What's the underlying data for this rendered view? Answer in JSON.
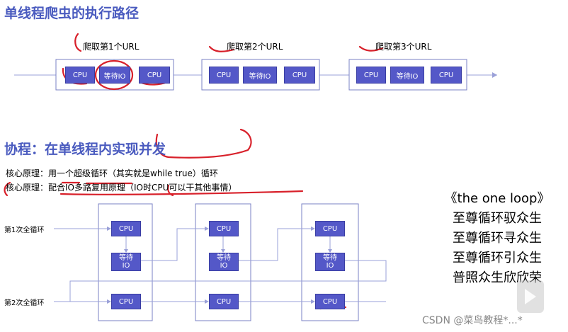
{
  "section1": {
    "title": "单线程爬虫的执行路径",
    "fetch_labels": [
      "爬取第1个URL",
      "爬取第2个URL",
      "爬取第3个URL"
    ],
    "blocks": [
      [
        "CPU",
        "等待IO",
        "CPU"
      ],
      [
        "CPU",
        "等待IO",
        "CPU"
      ],
      [
        "CPU",
        "等待IO",
        "CPU"
      ]
    ]
  },
  "section2": {
    "title": "协程：在单线程内实现并发",
    "principle1": "核心原理：用一个超级循环（其实就是while true）循环",
    "principle2": "核心原理：配合IO多路复用原理（IO时CPU可以干其他事情）"
  },
  "diagram": {
    "loop1_label": "第1次全循环",
    "loop2_label": "第2次全循环",
    "columns": [
      {
        "top": "CPU",
        "mid_line1": "等待",
        "mid_line2": "IO",
        "bottom": "CPU"
      },
      {
        "top": "CPU",
        "mid_line1": "等待",
        "mid_line2": "IO",
        "bottom": "CPU"
      },
      {
        "top": "CPU",
        "mid_line1": "等待",
        "mid_line2": "IO",
        "bottom": "CPU"
      }
    ]
  },
  "poem": {
    "line1": "《the one loop》",
    "line2": "至尊循环驭众生",
    "line3": "至尊循环寻众生",
    "line4": "至尊循环引众生",
    "line5": "普照众生欣欣荣"
  },
  "watermark": "CSDN @菜鸟教程*...*",
  "colors": {
    "title": "#4a5bbf",
    "box": "#5458c8",
    "annotation": "#d8202a"
  }
}
